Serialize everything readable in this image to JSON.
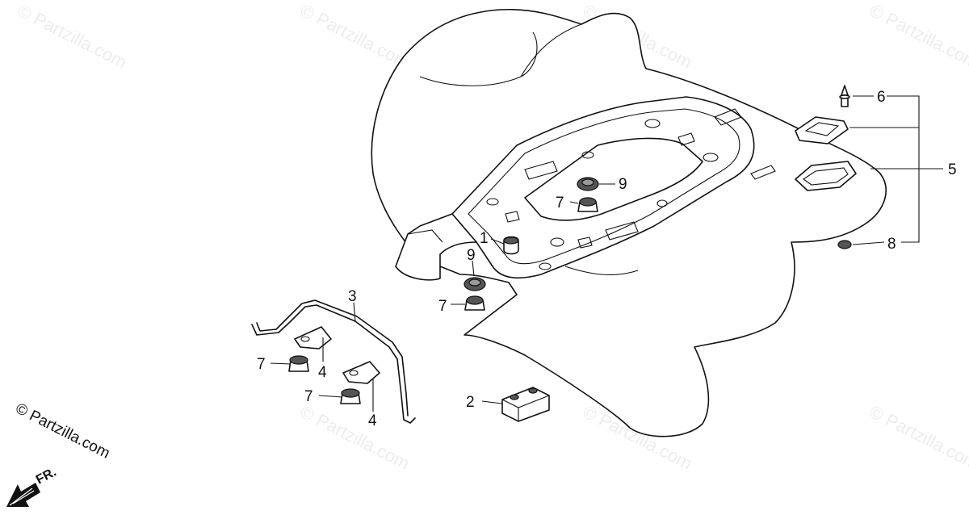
{
  "watermark": "© Partzilla.com",
  "copyright": "© Partzilla.com",
  "front_label": "FR.",
  "callouts": [
    "1",
    "2",
    "3",
    "4",
    "4",
    "5",
    "6",
    "7",
    "7",
    "7",
    "7",
    "8",
    "9",
    "9"
  ],
  "colors": {
    "line": "#111111",
    "background": "#ffffff"
  }
}
